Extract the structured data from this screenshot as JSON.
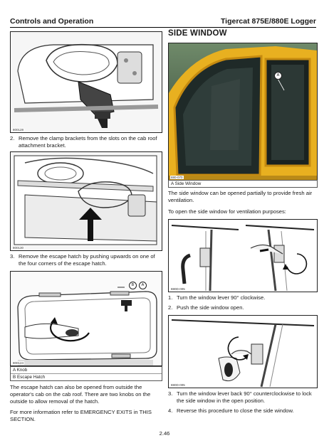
{
  "header": {
    "left": "Controls and Operation",
    "right": "Tigercat 875E/880E Logger"
  },
  "section_title": "SIDE WINDOW",
  "left": {
    "fig1_id": "800128",
    "step2": {
      "num": "2.",
      "text": "Remove the clamp brackets from the slots on the cab roof attachment bracket."
    },
    "fig2_id": "800130",
    "step3": {
      "num": "3.",
      "text": "Remove the escape hatch by pushing upwards on one of the four corners of the escape hatch."
    },
    "fig3_id": "800124",
    "fig3_callouts": [
      "B",
      "A"
    ],
    "legend": [
      "A  Knob",
      "B  Escape Hatch"
    ],
    "para1": "The escape hatch can also be opened from outside the operator's cab on the cab roof. There are two knobs on the outside to allow removal of the hatch.",
    "para2": "For more information refer to EMERGENCY EXITS in THIS SECTION."
  },
  "right": {
    "photo_id": "880-070",
    "photo_callout": "A",
    "photo_legend": "A  Side Window",
    "para1": "The side window can be opened partially to provide fresh air ventilation.",
    "para2": "To open the side window for ventilation purposes:",
    "fig4_id": "880D-005",
    "step1": {
      "num": "1.",
      "text": "Turn the window lever 90° clockwise."
    },
    "step2": {
      "num": "2.",
      "text": "Push the side window open."
    },
    "fig5_id": "880D-005",
    "step3": {
      "num": "3.",
      "text": "Turn the window lever back 90° counterclockwise to lock the side window in the open position."
    },
    "step4": {
      "num": "4.",
      "text": "Reverse this procedure to close the side window."
    }
  },
  "page_number": "2.46",
  "colors": {
    "cab_yellow": "#e8b020",
    "rule": "#000000"
  }
}
